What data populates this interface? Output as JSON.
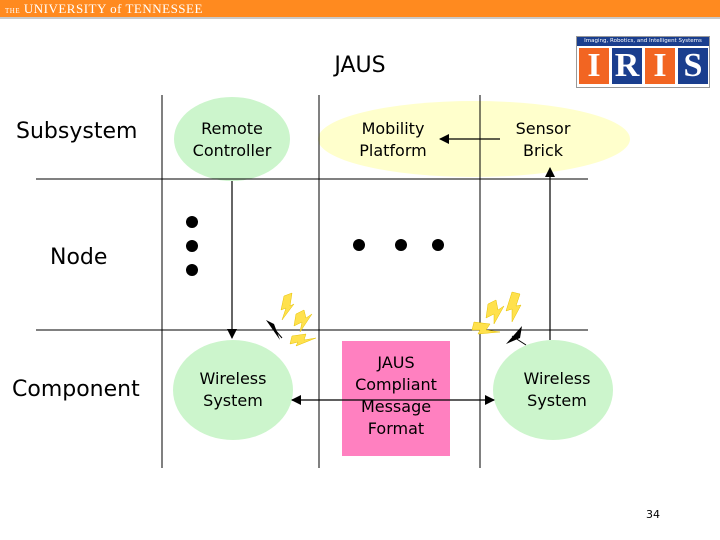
{
  "header": {
    "university_prefix": "THE",
    "university_name": "UNIVERSITY of TENNESSEE"
  },
  "title": "JAUS",
  "iris_logo": {
    "tagline": "Imaging, Robotics, and Intelligent Systems",
    "letters": [
      "I",
      "R",
      "I",
      "S"
    ],
    "letter_colors": [
      "#f26522",
      "#1a3e8e",
      "#f26522",
      "#1a3e8e"
    ]
  },
  "rows": {
    "subsystem": "Subsystem",
    "node": "Node",
    "component": "Component"
  },
  "nodes": {
    "remote_controller": [
      "Remote",
      "Controller"
    ],
    "mobility_platform": [
      "Mobility",
      "Platform"
    ],
    "sensor_brick": [
      "Sensor",
      "Brick"
    ],
    "wireless_left": [
      "Wireless",
      "System"
    ],
    "jaus_message": [
      "JAUS",
      "Compliant",
      "Message",
      "Format"
    ],
    "wireless_right": [
      "Wireless",
      "System"
    ]
  },
  "colors": {
    "green": "#ccf5cc",
    "yellow": "#ffffcc",
    "pink": "#ff80c0",
    "lightning": "#ffe14d",
    "header": "#ff8a1f"
  },
  "page_number": "34"
}
